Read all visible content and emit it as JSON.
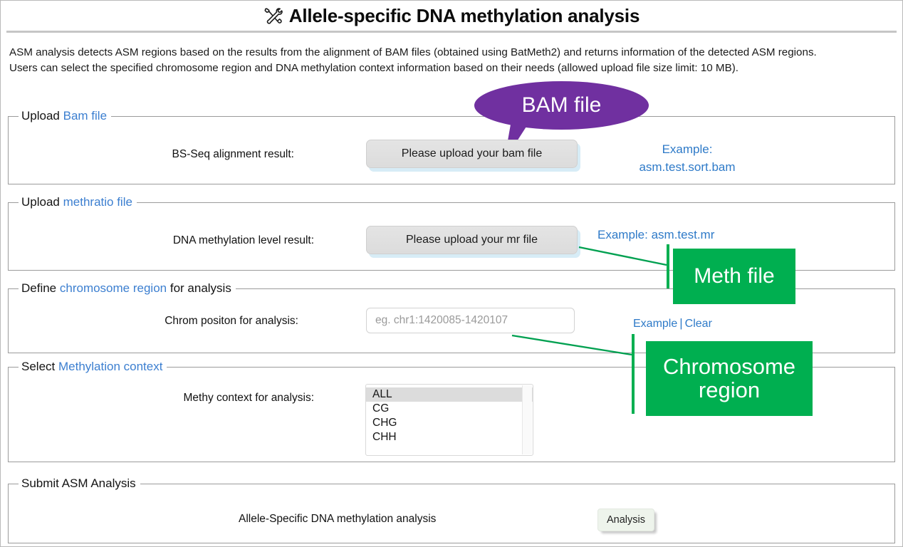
{
  "header": {
    "icon": "tools-icon",
    "title": "Allele-specific DNA methylation analysis"
  },
  "description": {
    "line1": "ASM analysis detects ASM regions based on the results from the alignment of BAM files (obtained using BatMeth2) and returns information of the detected ASM regions.",
    "line2": "Users can select the specified chromosome region and DNA methylation context information based on their needs (allowed upload file size limit: 10 MB)."
  },
  "sections": {
    "bam": {
      "legend_prefix": "Upload ",
      "legend_link": "Bam file",
      "label": "BS-Seq alignment result:",
      "button": "Please upload your bam file",
      "example_line1": "Example:",
      "example_line2": "asm.test.sort.bam"
    },
    "methratio": {
      "legend_prefix": "Upload ",
      "legend_link": "methratio file",
      "label": "DNA methylation level result:",
      "button": "Please upload your mr file",
      "example": "Example: asm.test.mr"
    },
    "region": {
      "legend_prefix": "Define ",
      "legend_link": "chromosome region",
      "legend_suffix": " for analysis",
      "label": "Chrom positon for analysis:",
      "placeholder": "eg. chr1:1420085-1420107",
      "value": "",
      "example_link": "Example",
      "separator": "|",
      "clear_link": "Clear"
    },
    "context": {
      "legend_prefix": "Select ",
      "legend_link": "Methylation context",
      "label": "Methy context for analysis:",
      "options": [
        "ALL",
        "CG",
        "CHG",
        "CHH"
      ],
      "selected": "ALL"
    },
    "submit": {
      "legend": "Submit ASM Analysis",
      "label": "Allele-Specific DNA methylation analysis",
      "button": "Analysis"
    }
  },
  "annotations": {
    "bam_callout": "BAM file",
    "meth_callout": "Meth file",
    "region_callout_line1": "Chromosome",
    "region_callout_line2": "region"
  },
  "colors": {
    "link_blue": "#2e7ac8",
    "legend_blue": "#3c7fd0",
    "callout_purple": "#7030a0",
    "callout_green": "#00af50",
    "button_gray": "#e0e0e0",
    "button_glow": "#d7ecf6",
    "analysis_green": "#eef4ec"
  }
}
